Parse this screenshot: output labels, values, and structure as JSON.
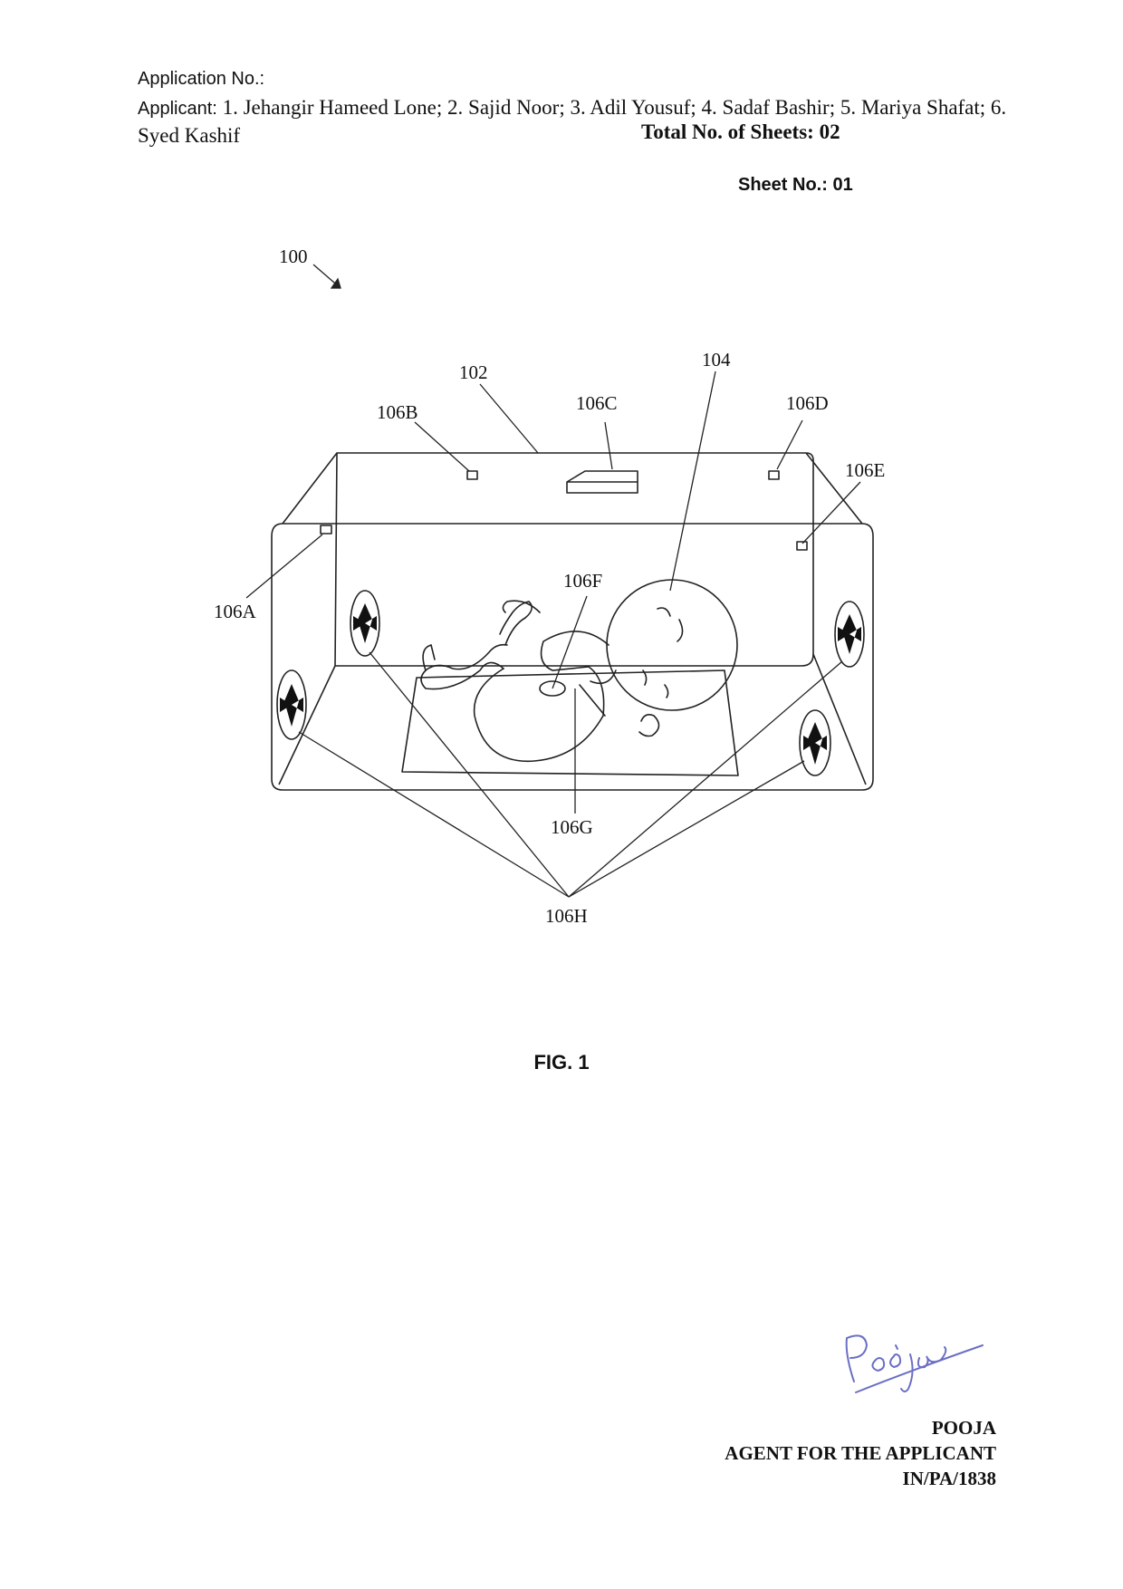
{
  "header": {
    "application_no_label": "Application No.:",
    "applicant_label": "Applicant:",
    "applicants": "1. Jehangir Hameed Lone; 2. Sajid Noor; 3. Adil Yousuf; 4. Sadaf Bashir; 5. Mariya Shafat; 6. Syed Kashif",
    "total_sheets": "Total No. of Sheets: 02",
    "sheet_no": "Sheet No.: 01"
  },
  "figure": {
    "caption": "FIG. 1",
    "refs": {
      "r100": "100",
      "r102": "102",
      "r104": "104",
      "r106A": "106A",
      "r106B": "106B",
      "r106C": "106C",
      "r106D": "106D",
      "r106E": "106E",
      "r106F": "106F",
      "r106G": "106G",
      "r106H": "106H"
    }
  },
  "signature": {
    "handwritten": "Pooja"
  },
  "agent": {
    "name": "POOJA",
    "role": "AGENT FOR THE APPLICANT",
    "registration": "IN/PA/1838"
  }
}
